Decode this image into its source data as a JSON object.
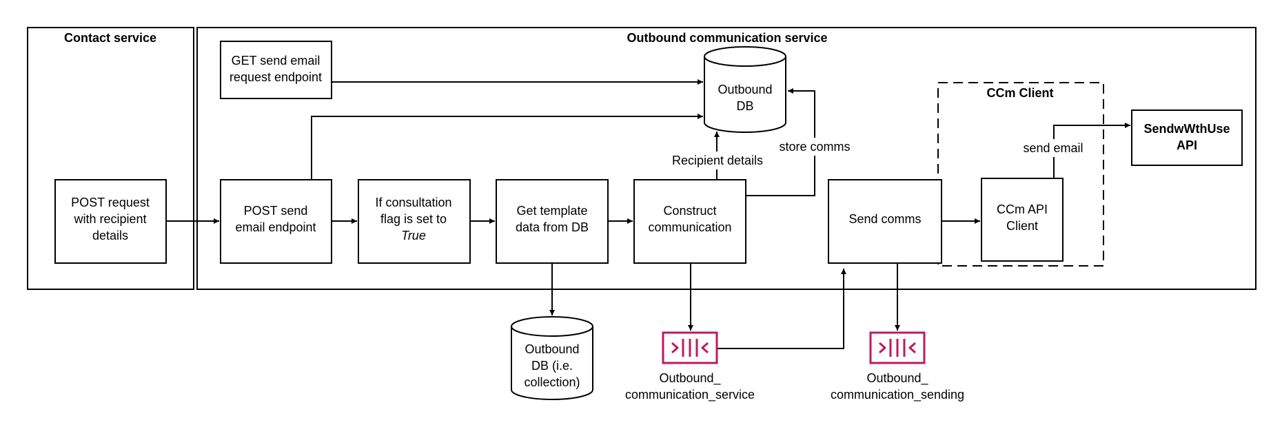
{
  "colors": {
    "stroke": "#000000",
    "queue": "#c2185b",
    "background": "#ffffff"
  },
  "groups": {
    "contact_service": "Contact service",
    "outbound_service": "Outbound communication service",
    "ccm_client": "CCm Client"
  },
  "nodes": {
    "post_request": [
      "POST request",
      "with recipient",
      "details"
    ],
    "get_endpoint": [
      "GET send email",
      "request endpoint"
    ],
    "post_endpoint": [
      "POST send",
      "email endpoint"
    ],
    "consult_flag": [
      "If consultation",
      "flag is set to",
      "True"
    ],
    "get_template": [
      "Get template",
      "data from DB"
    ],
    "construct": [
      "Construct",
      "communication"
    ],
    "send_comms": [
      "Send comms"
    ],
    "ccm_api": [
      "CCm API",
      "Client"
    ],
    "sendwith_api": [
      "SendwWthUse",
      "API"
    ],
    "outbound_db": [
      "Outbound",
      "DB"
    ],
    "outbound_db_collection": [
      "Outbound",
      "DB (i.e.",
      "collection)"
    ],
    "queue_service": [
      "Outbound_",
      "communication_service"
    ],
    "queue_sending": [
      "Outbound_",
      "communication_sending"
    ]
  },
  "edge_labels": {
    "recipient_details": "Recipient details",
    "store_comms": "store comms",
    "send_email": "send email"
  }
}
